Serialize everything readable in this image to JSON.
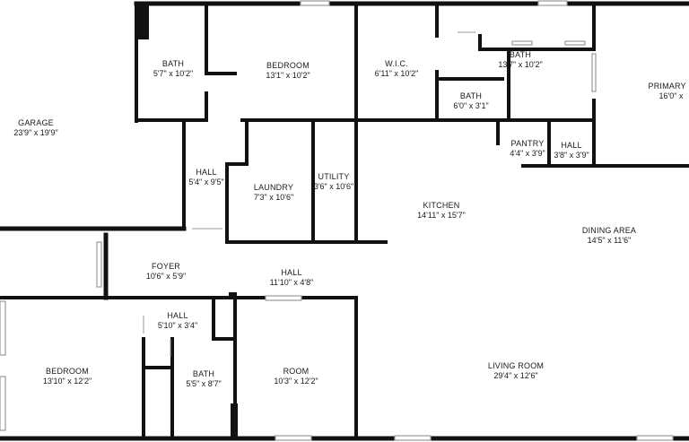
{
  "floorplan": {
    "rooms": {
      "garage": {
        "name": "GARAGE",
        "dims": "23'9\" x 19'9\""
      },
      "bath1": {
        "name": "BATH",
        "dims": "5'7\" x 10'2\""
      },
      "bedroom1": {
        "name": "BEDROOM",
        "dims": "13'1\" x 10'2\""
      },
      "wic": {
        "name": "W.I.C.",
        "dims": "6'11\" x 10'2\""
      },
      "bath2": {
        "name": "BATH",
        "dims": "13'7\" x 10'2\""
      },
      "bath3": {
        "name": "BATH",
        "dims": "6'0\" x 3'1\""
      },
      "primary": {
        "name": "PRIMARY B",
        "dims": "16'0\" x"
      },
      "pantry": {
        "name": "PANTRY",
        "dims": "4'4\" x 3'9\""
      },
      "hall_pantry": {
        "name": "HALL",
        "dims": "3'8\" x 3'9\""
      },
      "hall_laundry": {
        "name": "HALL",
        "dims": "5'4\" x 9'5\""
      },
      "laundry": {
        "name": "LAUNDRY",
        "dims": "7'3\" x 10'6\""
      },
      "utility": {
        "name": "UTILITY",
        "dims": "3'6\" x 10'6\""
      },
      "kitchen": {
        "name": "KITCHEN",
        "dims": "14'11\" x 15'7\""
      },
      "dining": {
        "name": "DINING AREA",
        "dims": "14'5\" x 11'6\""
      },
      "foyer": {
        "name": "FOYER",
        "dims": "10'6\" x 5'9\""
      },
      "hall_main": {
        "name": "HALL",
        "dims": "11'10\" x 4'8\""
      },
      "hall_small": {
        "name": "HALL",
        "dims": "5'10\" x 3'4\""
      },
      "bedroom2": {
        "name": "BEDROOM",
        "dims": "13'10\" x 12'2\""
      },
      "bath4": {
        "name": "BATH",
        "dims": "5'5\" x 8'7\""
      },
      "room": {
        "name": "ROOM",
        "dims": "10'3\" x 12'2\""
      },
      "living": {
        "name": "LIVING ROOM",
        "dims": "29'4\" x 12'6\""
      }
    },
    "colors": {
      "wall": "#111111",
      "window": "#9a9a9a",
      "background": "#ffffff"
    }
  }
}
